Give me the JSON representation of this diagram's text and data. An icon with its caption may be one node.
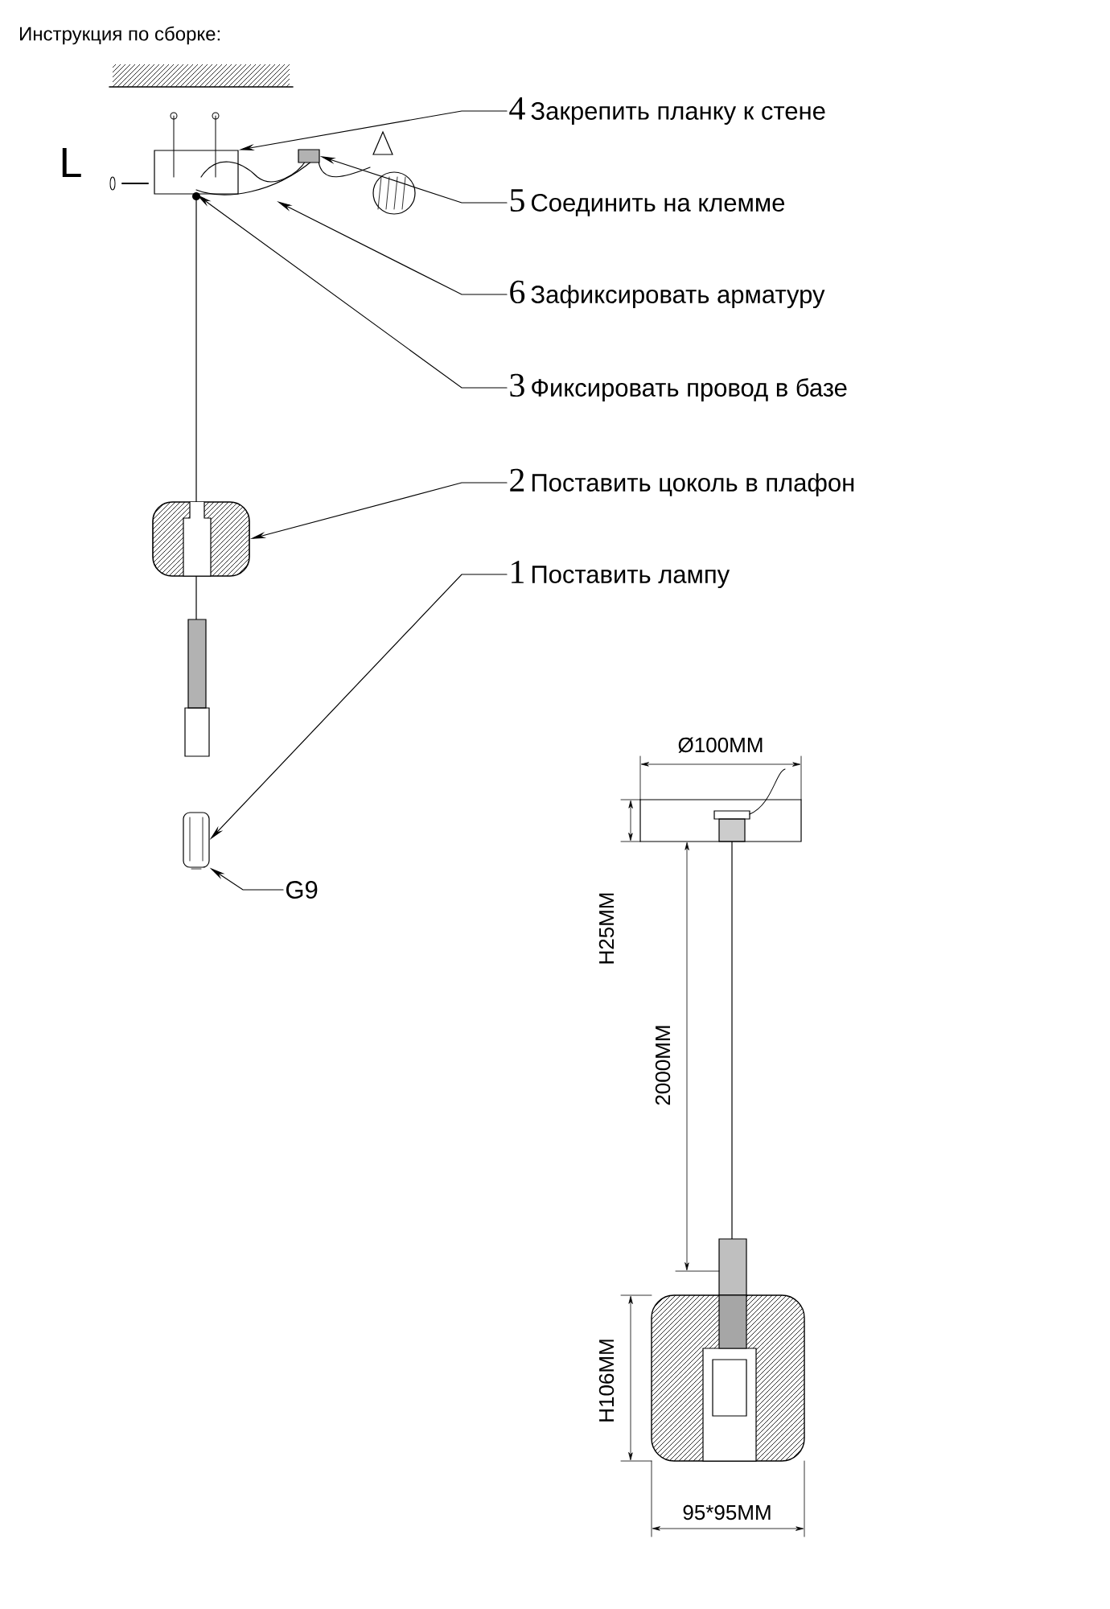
{
  "diagram": {
    "title": "Инструкция по сборке:",
    "nodes": [
      {
        "text": [
          "4",
          "Закрепить планку к стене"
        ]
      },
      {
        "text": [
          "5",
          "Соединить на клемме"
        ]
      },
      {
        "text": [
          "6",
          "Зафиксировать арматуру"
        ]
      },
      {
        "text": [
          "3",
          "Фиксировать провод в базе"
        ]
      },
      {
        "text": [
          "2",
          "Поставить цоколь в плафон"
        ]
      },
      {
        "text": [
          "1",
          "Поставить лампу"
        ]
      },
      {
        "text": [
          "G9"
        ]
      },
      {
        "text": [],
        "shape": "box"
      },
      {
        "text": [],
        "shape": "box"
      },
      {
        "text": [],
        "shape": "box"
      },
      {
        "text": [],
        "shape": "bulb"
      }
    ],
    "edges": [
      {
        "from": 0,
        "to": 7,
        "arrow": "to"
      },
      {
        "from": 1,
        "to": 8,
        "arrow": "to"
      },
      {
        "from": 2,
        "to": null,
        "arrow": "to"
      },
      {
        "from": 3,
        "to": 7,
        "arrow": "to"
      },
      {
        "from": 4,
        "to": 9,
        "arrow": "to"
      },
      {
        "from": 5,
        "to": 10,
        "arrow": "to"
      },
      {
        "from": 6,
        "to": 10,
        "arrow": "to"
      }
    ],
    "labels": [
      "L",
      "Ø100MM",
      "H25MM",
      "2000MM",
      "H106MM",
      "95*95MM"
    ]
  }
}
